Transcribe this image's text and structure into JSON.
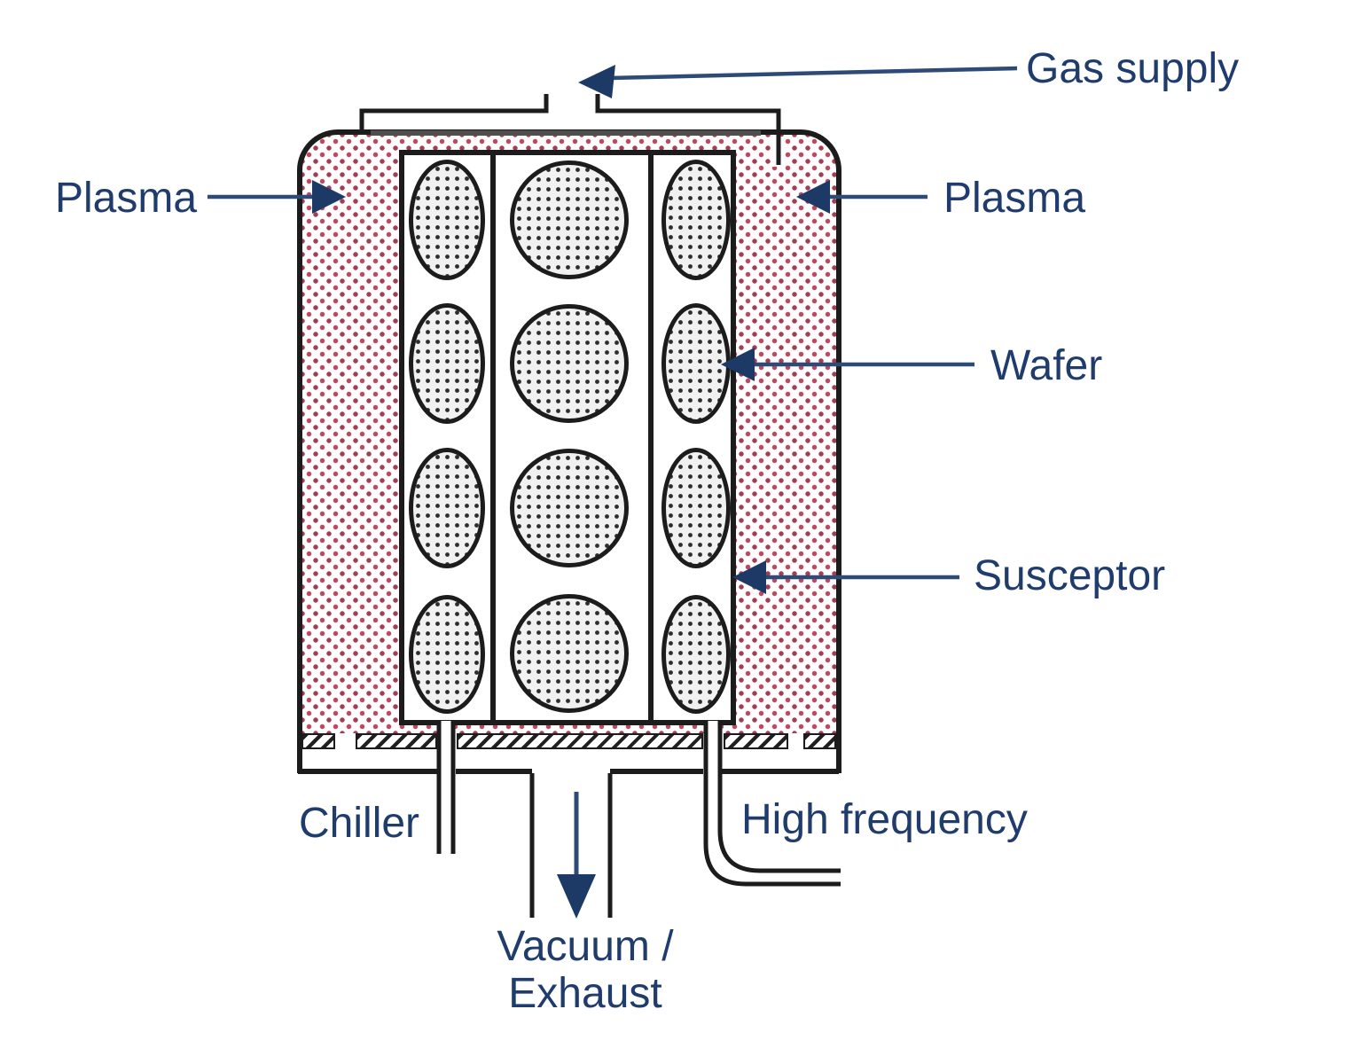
{
  "diagram": {
    "subject": "plasma-cvd-reactor",
    "labels": {
      "gas_supply": "Gas supply",
      "plasma_left": "Plasma",
      "plasma_right": "Plasma",
      "wafer": "Wafer",
      "susceptor": "Susceptor",
      "chiller": "Chiller",
      "high_frequency": "High frequency",
      "vacuum_exhaust_line1": "Vacuum /",
      "vacuum_exhaust_line2": "Exhaust"
    },
    "structure": {
      "wafer_columns": 3,
      "wafer_rows": 4
    },
    "colors": {
      "label_text": "#1f3c6d",
      "arrow": "#2e4b77",
      "arrow_head": "#1d3a66",
      "outline": "#1c1c1c",
      "plasma_dot": "#bb4a60",
      "wafer_dot": "#2d2d2d",
      "lid_gray": "#4f4f4f"
    }
  }
}
